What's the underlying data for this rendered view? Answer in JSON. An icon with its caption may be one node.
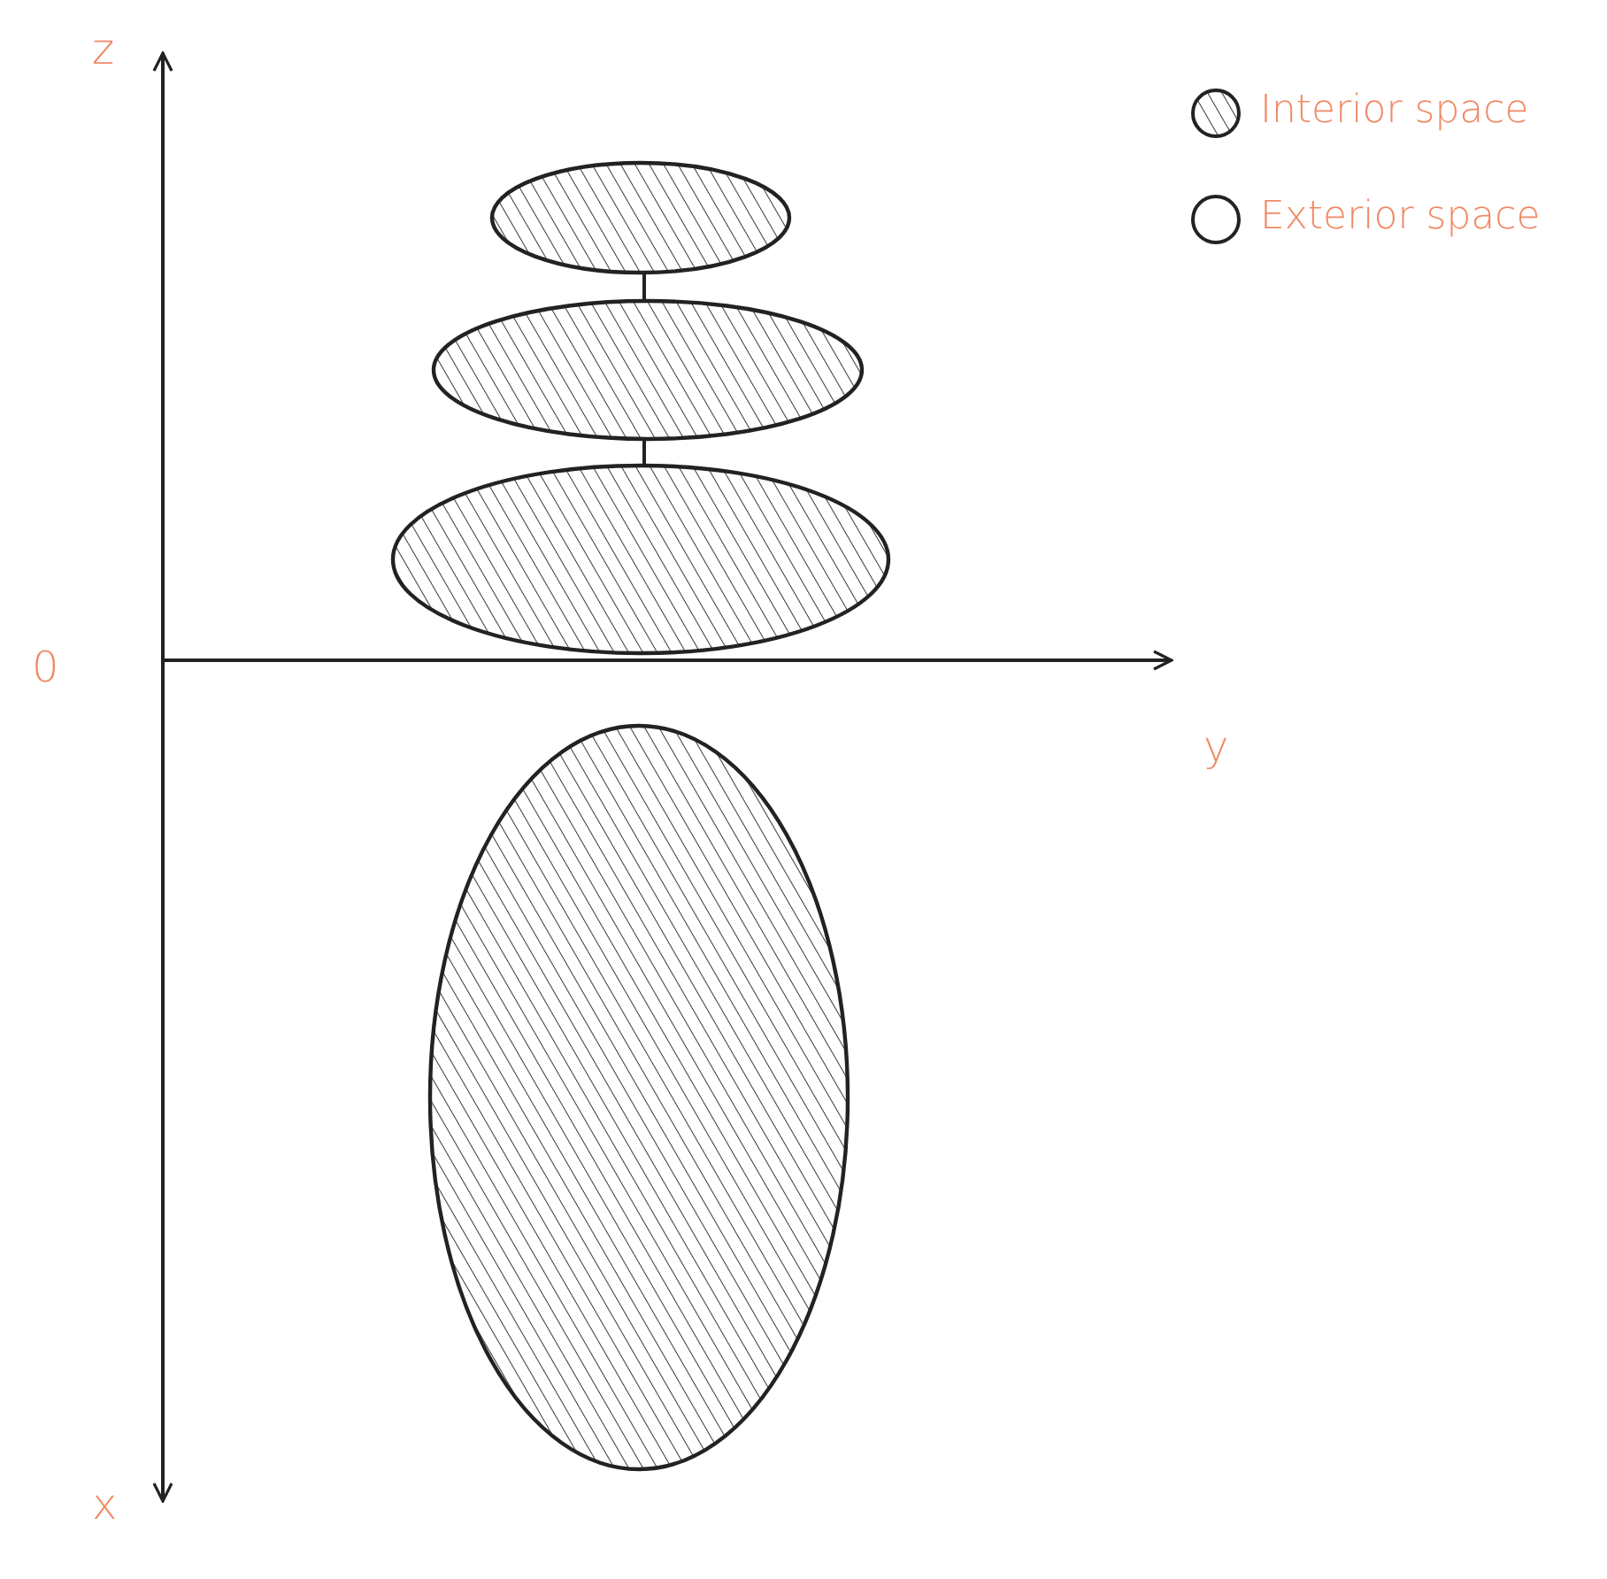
{
  "diagram": {
    "nodes": [
      {
        "text": [],
        "shape": "ellipse"
      },
      {
        "text": [],
        "shape": "ellipse"
      },
      {
        "text": [],
        "shape": "ellipse"
      },
      {
        "text": [],
        "shape": "ellipse"
      }
    ],
    "edges": [
      {
        "from": 0,
        "to": 1,
        "arrow": "none"
      },
      {
        "from": 1,
        "to": 2,
        "arrow": "none"
      }
    ],
    "labels": [
      "z",
      "0",
      "y",
      "x"
    ],
    "legend": [
      {
        "text": "Interior space"
      },
      {
        "text": "Exterior space"
      }
    ]
  }
}
